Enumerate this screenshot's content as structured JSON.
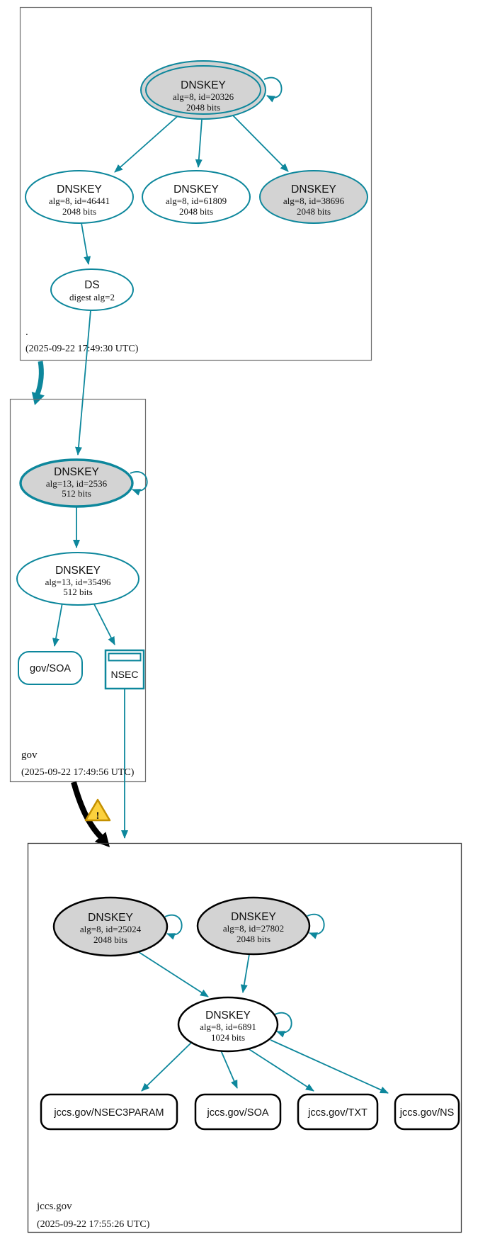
{
  "diagram_type": "dnssec-authentication-chain",
  "colors": {
    "secure_edge": "#0d879c",
    "ksk_fill": "#d3d3d3",
    "zsk_fill": "#ffffff",
    "node_border_black": "#000000",
    "zone_box_border": "#6e6e6e",
    "warning_fill": "#fcd13d",
    "warning_border": "#c49000",
    "text": "#101010"
  },
  "zones": {
    "root": {
      "label": ".",
      "timestamp": "(2025-09-22 17:49:30 UTC)"
    },
    "gov": {
      "label": "gov",
      "timestamp": "(2025-09-22 17:49:56 UTC)"
    },
    "jccs": {
      "label": "jccs.gov",
      "timestamp": "(2025-09-22 17:55:26 UTC)"
    }
  },
  "nodes": {
    "root_ksk": {
      "title": "DNSKEY",
      "detail1": "alg=8, id=20326",
      "detail2": "2048 bits"
    },
    "root_zsk1": {
      "title": "DNSKEY",
      "detail1": "alg=8, id=46441",
      "detail2": "2048 bits"
    },
    "root_zsk2": {
      "title": "DNSKEY",
      "detail1": "alg=8, id=61809",
      "detail2": "2048 bits"
    },
    "root_key3": {
      "title": "DNSKEY",
      "detail1": "alg=8, id=38696",
      "detail2": "2048 bits"
    },
    "ds": {
      "title": "DS",
      "detail1": "digest alg=2"
    },
    "gov_ksk": {
      "title": "DNSKEY",
      "detail1": "alg=13, id=2536",
      "detail2": "512 bits"
    },
    "gov_zsk": {
      "title": "DNSKEY",
      "detail1": "alg=13, id=35496",
      "detail2": "512 bits"
    },
    "gov_soa": {
      "label": "gov/SOA"
    },
    "gov_nsec": {
      "label": "NSEC"
    },
    "jccs_ksk1": {
      "title": "DNSKEY",
      "detail1": "alg=8, id=25024",
      "detail2": "2048 bits"
    },
    "jccs_ksk2": {
      "title": "DNSKEY",
      "detail1": "alg=8, id=27802",
      "detail2": "2048 bits"
    },
    "jccs_zsk": {
      "title": "DNSKEY",
      "detail1": "alg=8, id=6891",
      "detail2": "1024 bits"
    },
    "jccs_nsec3param": {
      "label": "jccs.gov/NSEC3PARAM"
    },
    "jccs_soa": {
      "label": "jccs.gov/SOA"
    },
    "jccs_txt": {
      "label": "jccs.gov/TXT"
    },
    "jccs_ns": {
      "label": "jccs.gov/NS"
    }
  },
  "warning_icon": {
    "glyph": "!"
  }
}
